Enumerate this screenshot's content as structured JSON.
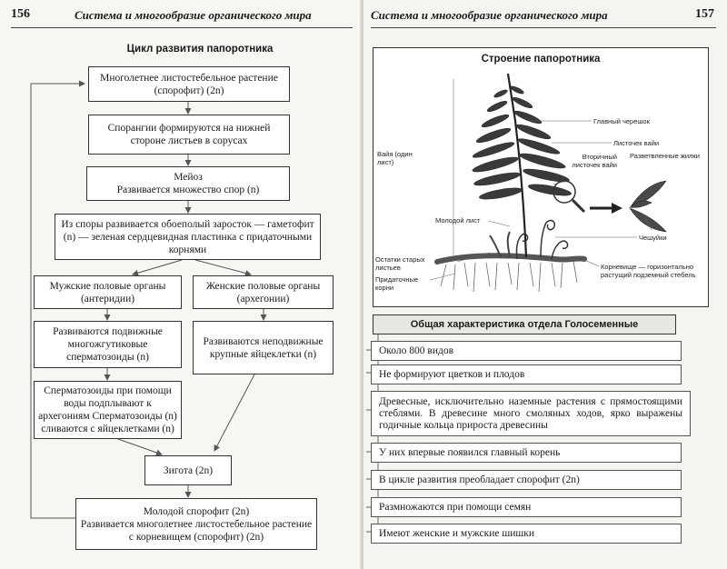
{
  "left_page": {
    "number": "156",
    "header": "Система и многообразие органического мира",
    "flowchart": {
      "title": "Цикл развития папоротника",
      "steps": {
        "sporophyte": "Многолетнее листостебельное растение (спорофит) (2n)",
        "sporangia": "Спорангии формируются на нижней стороне листьев в сорусах",
        "meiosis_1": "Мейоз",
        "meiosis_2": "Развивается множество спор (n)",
        "prothallus": "Из споры развивается обоеполый заросток — гаметофит (n) — зеленая сердцевидная пластинка с придаточными корнями",
        "male_organs": "Мужские половые органы (антеридии)",
        "female_organs": "Женские половые органы (архегонии)",
        "sperm": "Развиваются подвижные многожгутиковые сперматозоиды (n)",
        "eggs": "Развиваются неподвижные крупные яйцеклетки (n)",
        "fertilization": "Сперматозоиды при помощи воды подплывают к архегониям Сперматозоиды (n) сливаются с яйцеклетками (n)",
        "zygote": "Зигота (2n)",
        "young_1": "Молодой спорофит (2n)",
        "young_2": "Развивается многолетнее листостебельное растение с корневищем (спорофит) (2n)"
      }
    }
  },
  "right_page": {
    "number": "157",
    "header": "Система и многообразие органического мира",
    "fern_figure": {
      "title": "Строение папоротника",
      "labels": {
        "frond": "Вайя (один лист)",
        "secondary_leaflet": "Вторичный листочек вайи",
        "young_leaf": "Молодой лист",
        "old_leaf_remains": "Остатки старых листьев",
        "adventitious_roots": "Придаточные корни",
        "main_petiole": "Главный черешок",
        "leaflet": "Листочек вайи",
        "branched_veins": "Разветвленные жилки",
        "scales": "Чешуйки",
        "rhizome": "Корневище — горизонтально растущий подземный стебель"
      }
    },
    "gymnosperms": {
      "title": "Общая характеристика отдела Голосеменные",
      "items": [
        "Около 800 видов",
        "Не формируют цветков и плодов",
        "Древесные, исключительно наземные растения с прямостоящими стеблями. В древесине много смоляных ходов, ярко выражены годичные кольца прироста древесины",
        "У них впервые появился главный корень",
        "В цикле развития преобладает спорофит (2n)",
        "Размножаются при помощи семян",
        "Имеют женские и мужские шишки"
      ]
    }
  }
}
